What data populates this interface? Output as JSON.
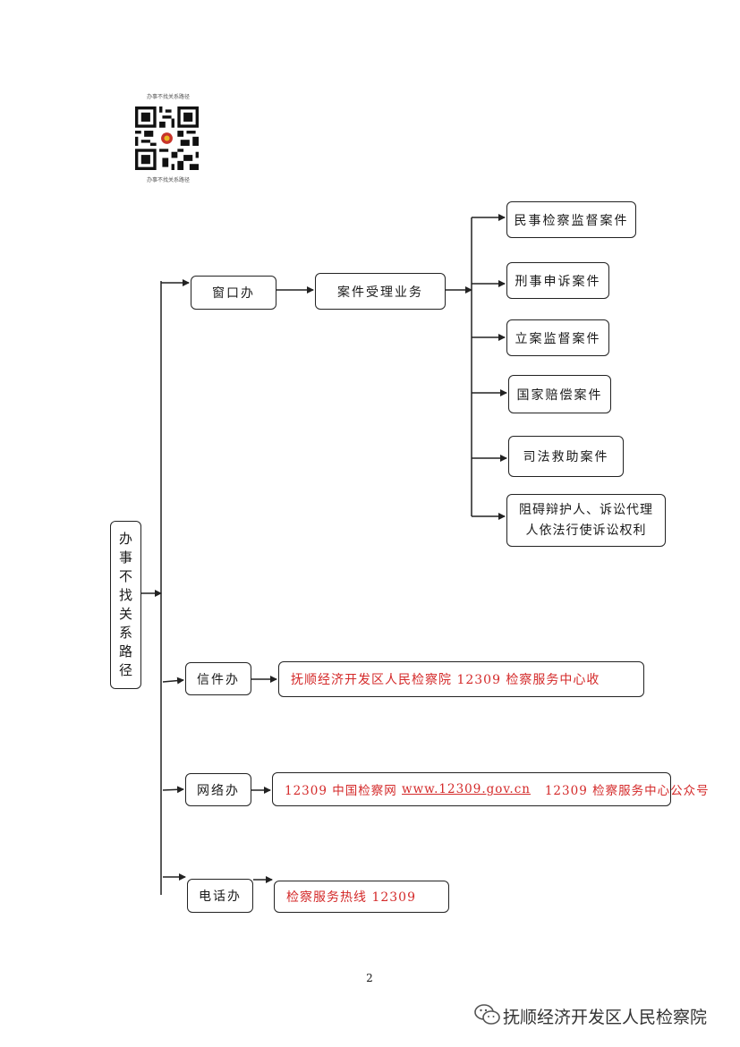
{
  "qr": {
    "caption_top": "办事不找关系路径",
    "caption_bottom": "办事不找关系路径"
  },
  "root": {
    "label_chars": [
      "办",
      "事",
      "不",
      "找",
      "关",
      "系",
      "路",
      "径"
    ]
  },
  "window": {
    "label": "窗口办",
    "child": "案件受理业务",
    "cases": [
      "民事检察监督案件",
      "刑事申诉案件",
      "立案监督案件",
      "国家赔偿案件",
      "司法救助案件",
      "阻碍辩护人、诉讼代理人依法行使诉讼权利"
    ],
    "case6_line1": "阻碍辩护人、诉讼代理",
    "case6_line2": "人依法行使诉讼权利"
  },
  "letter": {
    "label": "信件办",
    "detail": "抚顺经济开发区人民检察院   12309 检察服务中心收"
  },
  "network": {
    "label": "网络办",
    "detail_a": "12309 中国检察网 ",
    "detail_link": "www.12309.gov.cn",
    "detail_b": "   12309 检察服务中心公众号"
  },
  "phone": {
    "label": "电话办",
    "detail": "检察服务热线  12309"
  },
  "page_number": "2",
  "footer": {
    "text": "抚顺经济开发区人民检察院",
    "icon": "wechat-icon"
  },
  "colors": {
    "accent_red": "#d42a2a",
    "line": "#222222"
  }
}
